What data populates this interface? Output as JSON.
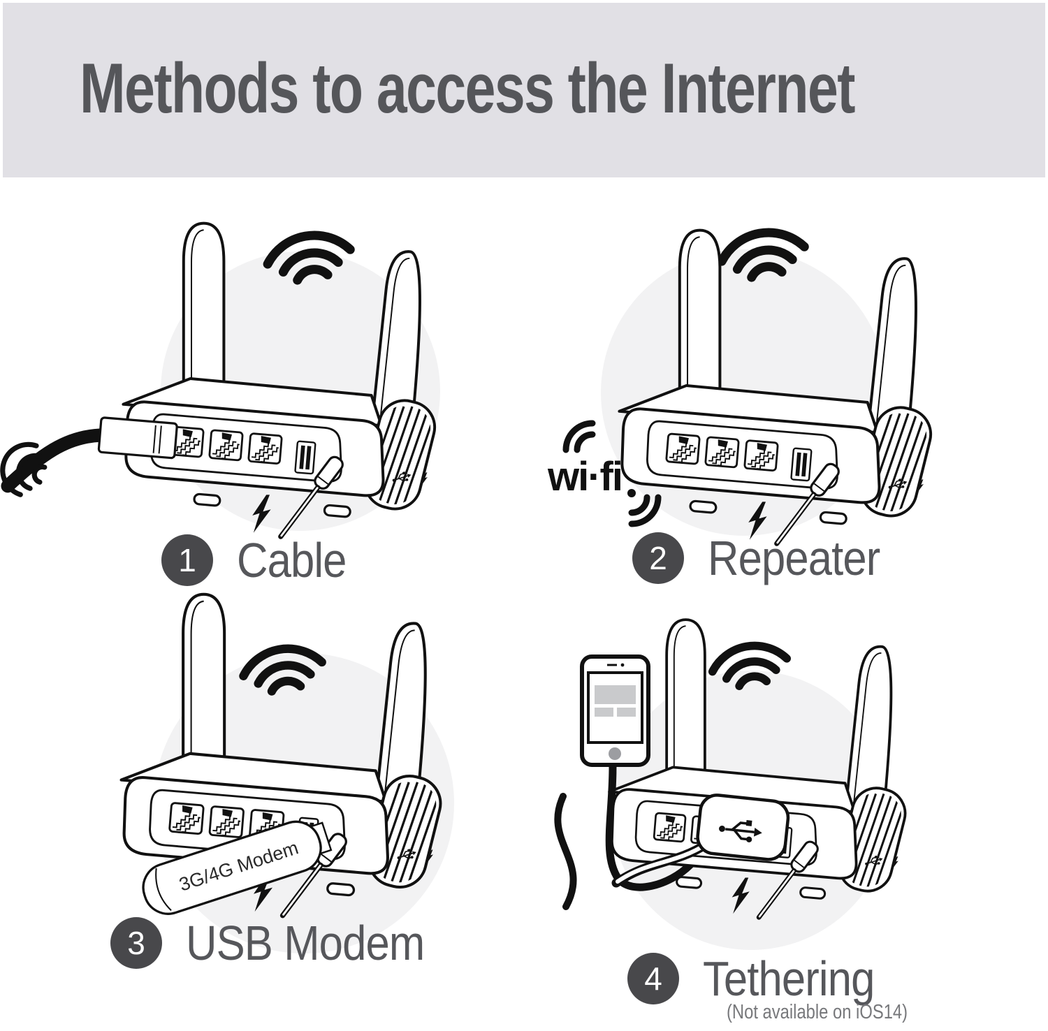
{
  "header": {
    "title": "Methods to access the Internet"
  },
  "methods": [
    {
      "number": "1",
      "label": "Cable"
    },
    {
      "number": "2",
      "label": "Repeater"
    },
    {
      "number": "3",
      "label": "USB Modem"
    },
    {
      "number": "4",
      "label": "Tethering",
      "note": "(Not available on iOS14)"
    }
  ],
  "illustration_text": {
    "modem_stick": "3G/4G Modem",
    "wifi_logo": "wi·fi"
  },
  "icons": {
    "wifi_signal": "wifi-signal-icon",
    "lightning": "lightning-bolt-icon",
    "usb": "usb-icon"
  },
  "colors": {
    "header_bg": "#e1e0e5",
    "header_text": "#55565a",
    "label_text": "#56575b",
    "badge_bg": "#48484b",
    "note_text": "#77787b",
    "circle_bg": "#f2f2f3",
    "line_art": "#111111",
    "phone_screen_block": "#c9cacc"
  }
}
